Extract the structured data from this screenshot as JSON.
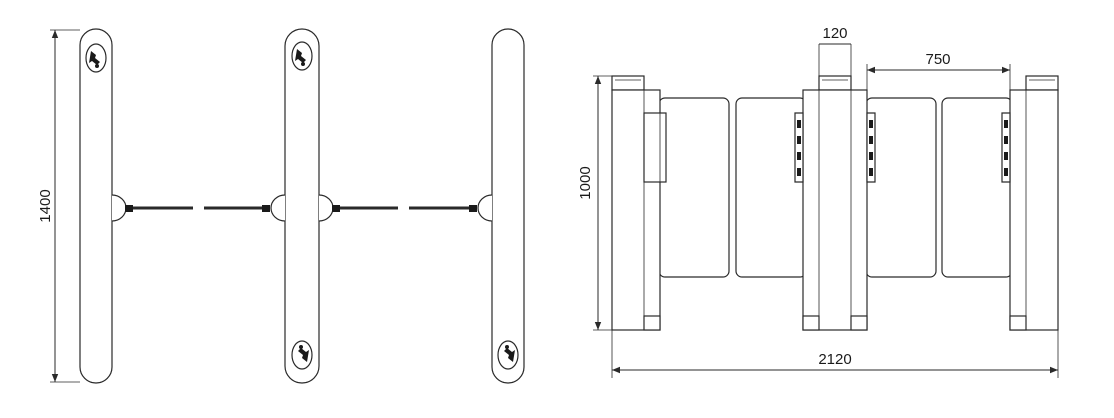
{
  "top_view": {
    "dim_height": "1400"
  },
  "front_view": {
    "dim_post_width": "120",
    "dim_gap_width": "750",
    "dim_height": "1000",
    "dim_total_width": "2120"
  }
}
